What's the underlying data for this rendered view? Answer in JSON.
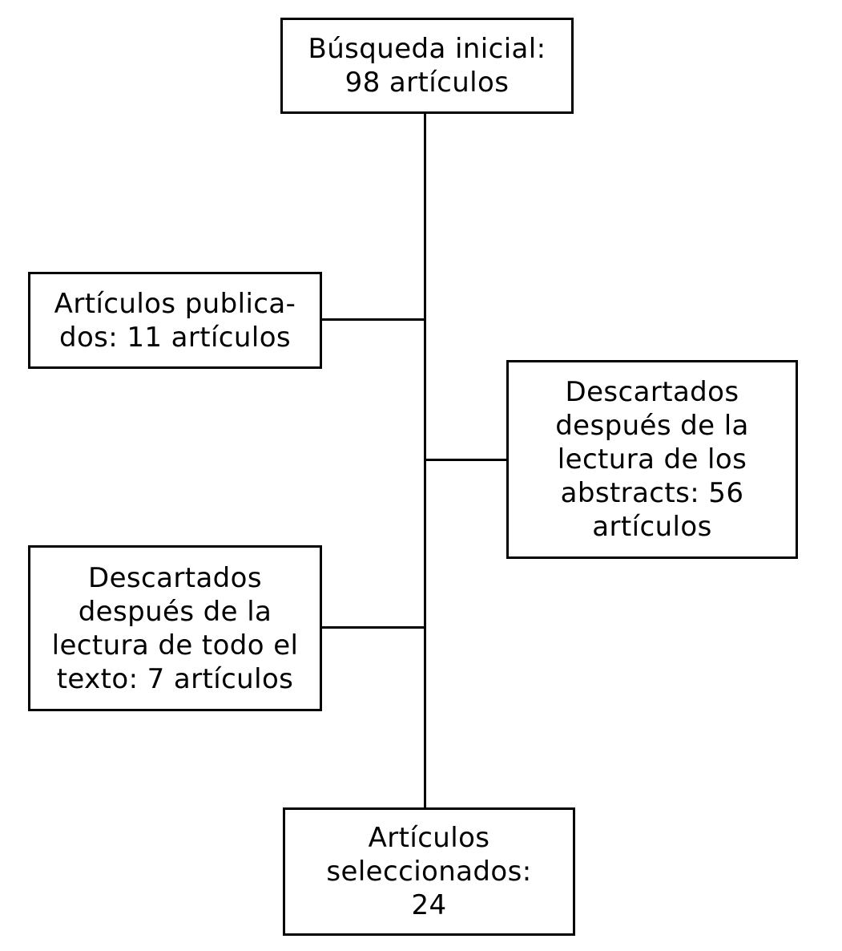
{
  "diagram": {
    "type": "flowchart",
    "language": "es",
    "background_color": "#ffffff",
    "line_color": "#000000",
    "text_color": "#000000",
    "nodes": [
      {
        "id": "initial-search",
        "text": "Búsqueda inicial: 98 artículos",
        "count": 98,
        "lines": [
          "Búsqueda inicial:",
          "98 artículos"
        ]
      },
      {
        "id": "published-articles",
        "text": "Artículos publicados: 11 artículos",
        "count": 11,
        "lines": [
          "Artículos publica-",
          "dos: 11 artículos"
        ]
      },
      {
        "id": "discarded-after-abstracts",
        "text": "Descartados después de la lectura de los abstracts: 56 artículos",
        "count": 56,
        "lines": [
          "Descartados",
          "después de la",
          "lectura de los",
          "abstracts: 56",
          "artículos"
        ]
      },
      {
        "id": "discarded-after-full-text",
        "text": "Descartados después de la lectura de todo el texto: 7 artículos",
        "count": 7,
        "lines": [
          "Descartados",
          "después de la",
          "lectura de todo el",
          "texto: 7 artículos"
        ]
      },
      {
        "id": "selected-articles",
        "text": "Artículos seleccionados: 24",
        "count": 24,
        "lines": [
          "Artículos",
          "seleccionados:",
          "24"
        ]
      }
    ]
  }
}
